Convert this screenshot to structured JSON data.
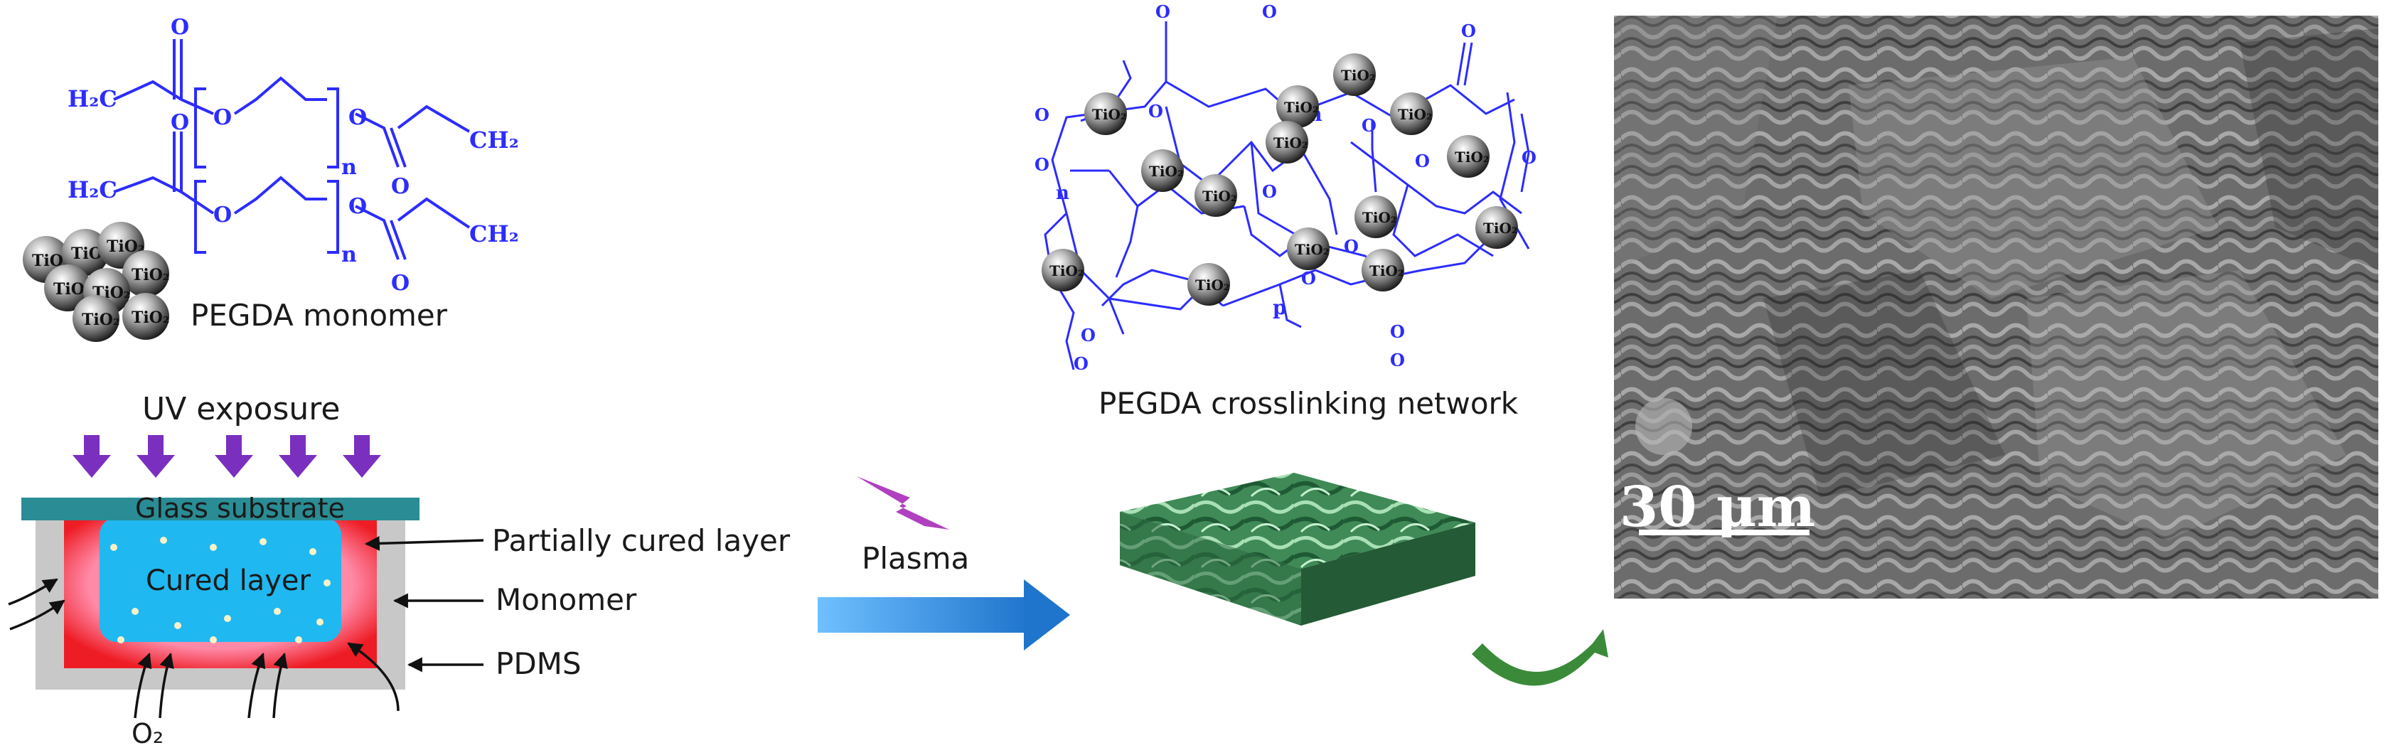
{
  "monomer": {
    "top": {
      "ch2_left": "H₂C",
      "o1": "O",
      "o2": "O",
      "o3": "O",
      "o4": "O",
      "n": "n",
      "ch2_right": "CH₂"
    },
    "bottom": {
      "ch2_left": "H₂C",
      "o1": "O",
      "o2": "O",
      "o3": "O",
      "o4": "O",
      "n": "n",
      "ch2_right": "CH₂"
    },
    "label": "PEGDA monomer"
  },
  "particle_label": "TiO₂",
  "process": {
    "uv_label": "UV exposure",
    "glass_label": "Glass substrate",
    "cured_label": "Cured layer",
    "o2_label": "O₂",
    "callouts": [
      "Partially cured layer",
      "Monomer",
      "PDMS"
    ]
  },
  "plasma_label": "Plasma",
  "network": {
    "label": "PEGDA crosslinking network",
    "m": "m",
    "n": "n",
    "p": "p",
    "o": "O"
  },
  "sem": {
    "scale_label": "30 μm"
  },
  "colors": {
    "chem_blue": "#2c2cff",
    "glass": "#2a8c94",
    "cured": "#20b8f0",
    "partial": "#ee1c24",
    "pdms": "#c8c8c8",
    "uv_arrow": "#7a2fbf",
    "plasma": "#b040c0",
    "flow_arrow": "#2f8fdc",
    "film": "#3f8a56",
    "curve_arrow": "#3a8a3a"
  }
}
